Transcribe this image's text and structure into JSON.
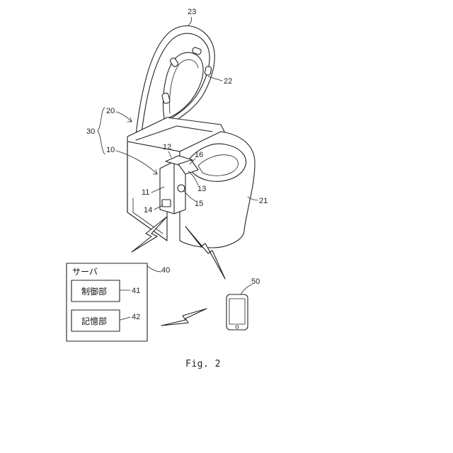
{
  "labels": {
    "ref_23": "23",
    "ref_22": "22",
    "ref_20": "20",
    "ref_30": "30",
    "ref_10": "10",
    "ref_12": "12",
    "ref_16": "16",
    "ref_11": "11",
    "ref_13": "13",
    "ref_15": "15",
    "ref_14": "14",
    "ref_21": "21",
    "ref_40": "40",
    "ref_41": "41",
    "ref_42": "42",
    "ref_50": "50"
  },
  "server": {
    "title": "サーバ",
    "control_unit": "制御部",
    "storage_unit": "記憶部"
  },
  "caption": "Fig. 2"
}
